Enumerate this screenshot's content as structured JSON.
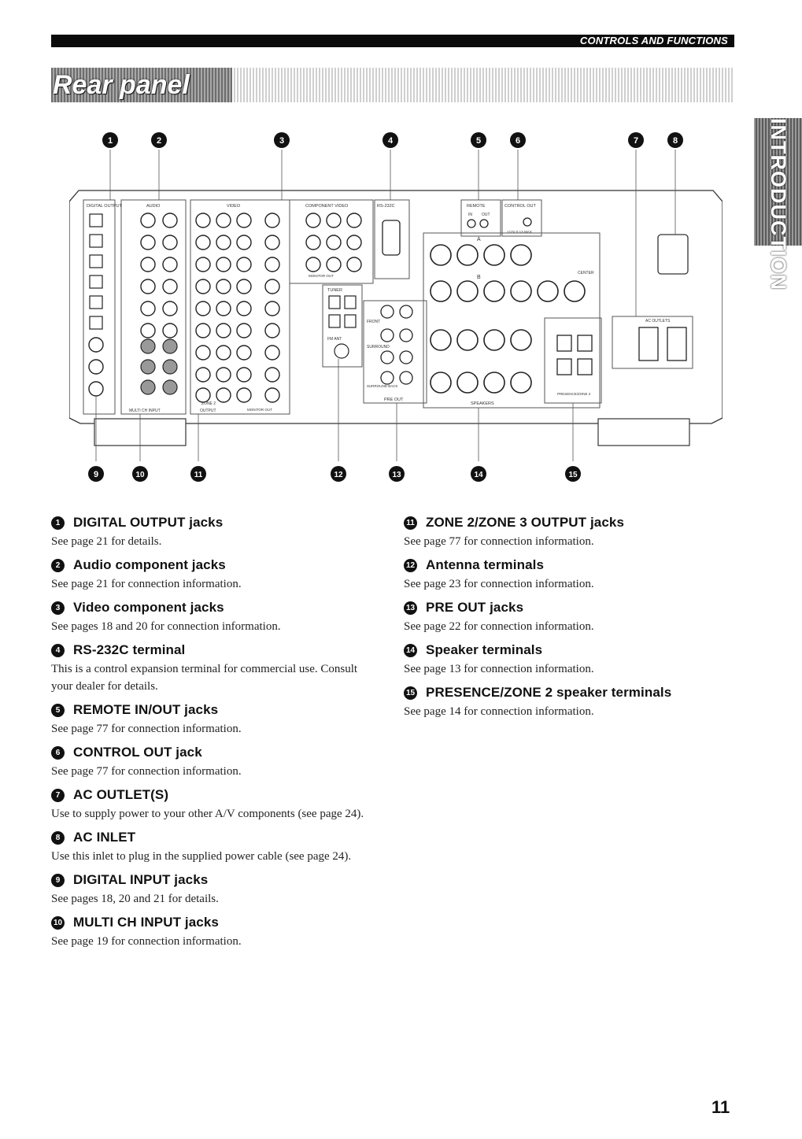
{
  "header": {
    "section_label": "CONTROLS AND FUNCTIONS"
  },
  "title": "Rear panel",
  "side_tab": "INTRODUCTION",
  "diagram": {
    "top_callouts": [
      "1",
      "2",
      "3",
      "4",
      "5",
      "6",
      "7",
      "8"
    ],
    "bottom_callouts": [
      "9",
      "10",
      "11",
      "12",
      "13",
      "14",
      "15"
    ],
    "labels": {
      "digital_output": "DIGITAL OUTPUT",
      "audio": "AUDIO",
      "video": "VIDEO",
      "component_video": "COMPONENT VIDEO",
      "rs232c": "RS-232C",
      "remote": "REMOTE",
      "control_out": "CONTROL OUT",
      "tuner": "TUNER",
      "fm_ant": "FM ANT",
      "front": "FRONT",
      "surround": "SURROUND",
      "center": "CENTER",
      "pre_out": "PRE OUT",
      "speakers": "SPEAKERS",
      "ac_outlets": "AC OUTLETS",
      "monitor_out": "MONITOR OUT",
      "multi_ch_input": "MULTI CH INPUT",
      "output": "OUTPUT",
      "zone2": "ZONE 2",
      "presence_zone2": "PRESENCE/ZONE 2",
      "surround_back": "SURROUND BACK",
      "a": "A",
      "b": "B",
      "in": "IN",
      "out": "OUT",
      "dc12v": "+12V 0.1A MAX."
    }
  },
  "items_left": [
    {
      "num": "1",
      "title": "DIGITAL OUTPUT jacks",
      "desc": "See page 21 for details."
    },
    {
      "num": "2",
      "title": "Audio component jacks",
      "desc": "See page 21 for connection information."
    },
    {
      "num": "3",
      "title": "Video component jacks",
      "desc": "See pages 18 and 20 for connection information."
    },
    {
      "num": "4",
      "title": "RS-232C terminal",
      "desc": "This is a control expansion terminal for commercial use. Consult your dealer for details."
    },
    {
      "num": "5",
      "title": "REMOTE IN/OUT jacks",
      "desc": "See page 77 for connection information."
    },
    {
      "num": "6",
      "title": "CONTROL OUT jack",
      "desc": "See page 77 for connection information."
    },
    {
      "num": "7",
      "title": "AC OUTLET(S)",
      "desc": "Use to supply power to your other A/V components (see page 24)."
    },
    {
      "num": "8",
      "title": "AC INLET",
      "desc": "Use this inlet to plug in the supplied power cable (see page 24)."
    },
    {
      "num": "9",
      "title": "DIGITAL INPUT jacks",
      "desc": "See pages 18, 20 and 21 for details."
    },
    {
      "num": "10",
      "title": "MULTI CH INPUT jacks",
      "desc": "See page 19 for connection information."
    }
  ],
  "items_right": [
    {
      "num": "11",
      "title": "ZONE 2/ZONE 3 OUTPUT jacks",
      "desc": "See page 77 for connection information."
    },
    {
      "num": "12",
      "title": "Antenna terminals",
      "desc": "See page 23 for connection information."
    },
    {
      "num": "13",
      "title": "PRE OUT jacks",
      "desc": "See page 22 for connection information."
    },
    {
      "num": "14",
      "title": "Speaker terminals",
      "desc": "See page 13 for connection information."
    },
    {
      "num": "15",
      "title": "PRESENCE/ZONE 2 speaker terminals",
      "desc": "See page 14 for connection information."
    }
  ],
  "page_number": "11"
}
